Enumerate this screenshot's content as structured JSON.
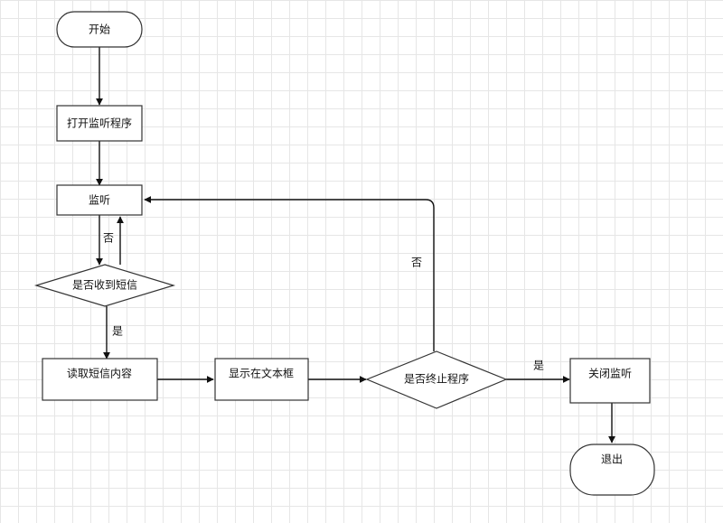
{
  "diagram": {
    "nodes": {
      "start": "开始",
      "open_listener": "打开监听程序",
      "listen": "监听",
      "sms_received": "是否收到短信",
      "read_sms": "读取短信内容",
      "show_textbox": "显示在文本框",
      "terminate": "是否终止程序",
      "close_listen": "关闭监听",
      "exit": "退出"
    },
    "edge_labels": {
      "sms_no": "否",
      "sms_yes": "是",
      "terminate_yes": "是",
      "terminate_no": "否"
    }
  }
}
